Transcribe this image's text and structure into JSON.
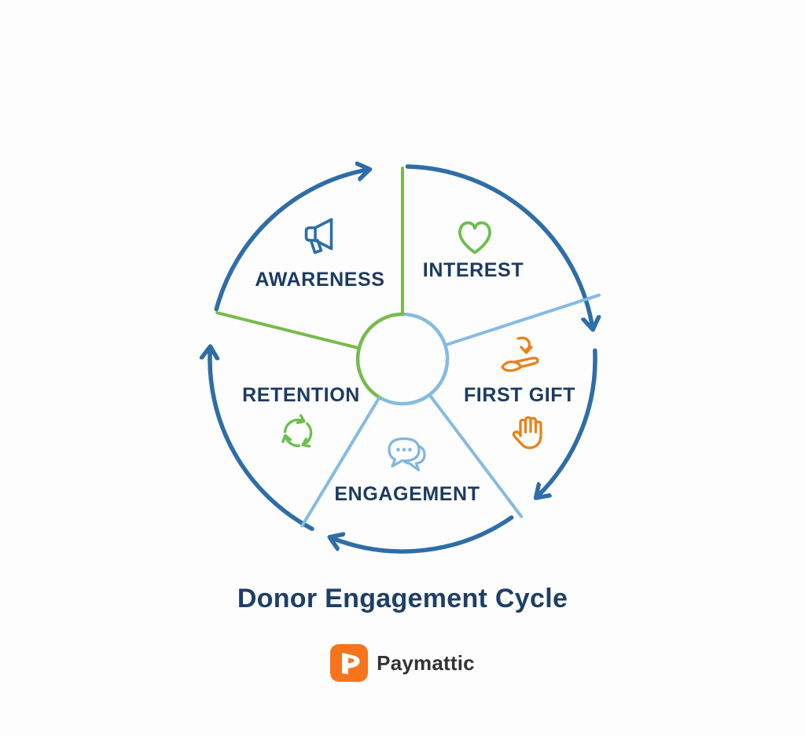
{
  "title": "Donor Engagement Cycle",
  "diagram": {
    "type": "cycle",
    "direction": "clockwise",
    "segments": [
      {
        "label": "AWARENESS",
        "icons": [
          "megaphone-icon"
        ],
        "accent": "#2a6fad"
      },
      {
        "label": "INTEREST",
        "icons": [
          "heart-icon"
        ],
        "accent": "#6cbf4e"
      },
      {
        "label": "FIRST GIFT",
        "icons": [
          "hand-receiving-gift-icon",
          "open-palm-icon"
        ],
        "accent": "#e8821c"
      },
      {
        "label": "ENGAGEMENT",
        "icons": [
          "chat-bubbles-icon"
        ],
        "accent": "#7fb7e0"
      },
      {
        "label": "RETENTION",
        "icons": [
          "cycle-arrows-icon"
        ],
        "accent": "#6cbf4e"
      }
    ],
    "colors": {
      "arrow_arc": "#2e6da8",
      "label_text": "#1c3b63",
      "green": "#77bb4b",
      "light_blue": "#85bbe2",
      "orange": "#e8821c"
    }
  },
  "footer": {
    "brand": "Paymattic",
    "logo_color": "#f7741d"
  }
}
